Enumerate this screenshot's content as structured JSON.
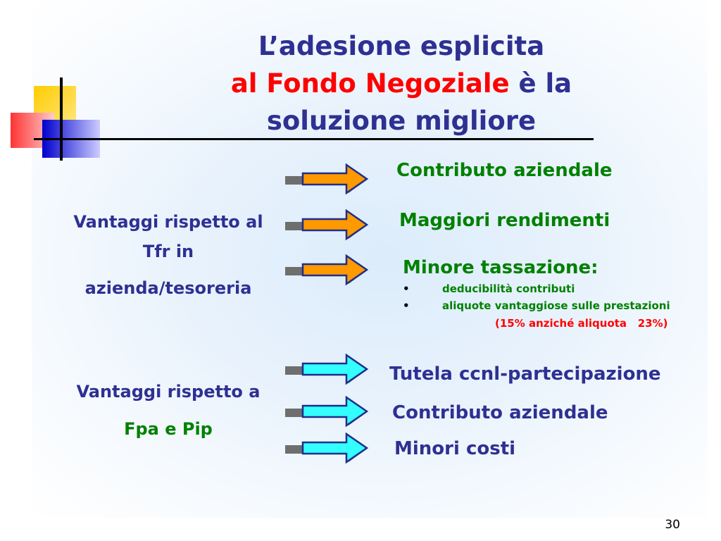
{
  "title": {
    "line1": "L’adesione esplicita",
    "line2_red": "al Fondo Negoziale",
    "line2_rest": " è la",
    "line3": "soluzione migliore"
  },
  "left": {
    "group1": {
      "line1": "Vantaggi rispetto al",
      "line2": "Tfr in",
      "line3": "azienda/tesoreria"
    },
    "group2": {
      "line1": "Vantaggi rispetto a",
      "line2": "Fpa e Pip"
    }
  },
  "right": {
    "item1": "Contributo aziendale",
    "item2": "Maggiori rendimenti",
    "item3": "Minore tassazione:",
    "bullet_char": "•",
    "bullet1": "deducibilità contributi",
    "bullet2": "aliquote vantaggiose sulle prestazioni",
    "note": "(15% anziché aliquota   23%)",
    "item4": "Tutela ccnl-partecipazione",
    "item5": "Contributo aziendale",
    "item6": "Minori costi"
  },
  "colors": {
    "orange_arrow": "#ff9900",
    "cyan_arrow": "#33ffff",
    "title": "#2e3092",
    "accent": "#ff0000",
    "green": "#008000"
  },
  "page_number": "30"
}
